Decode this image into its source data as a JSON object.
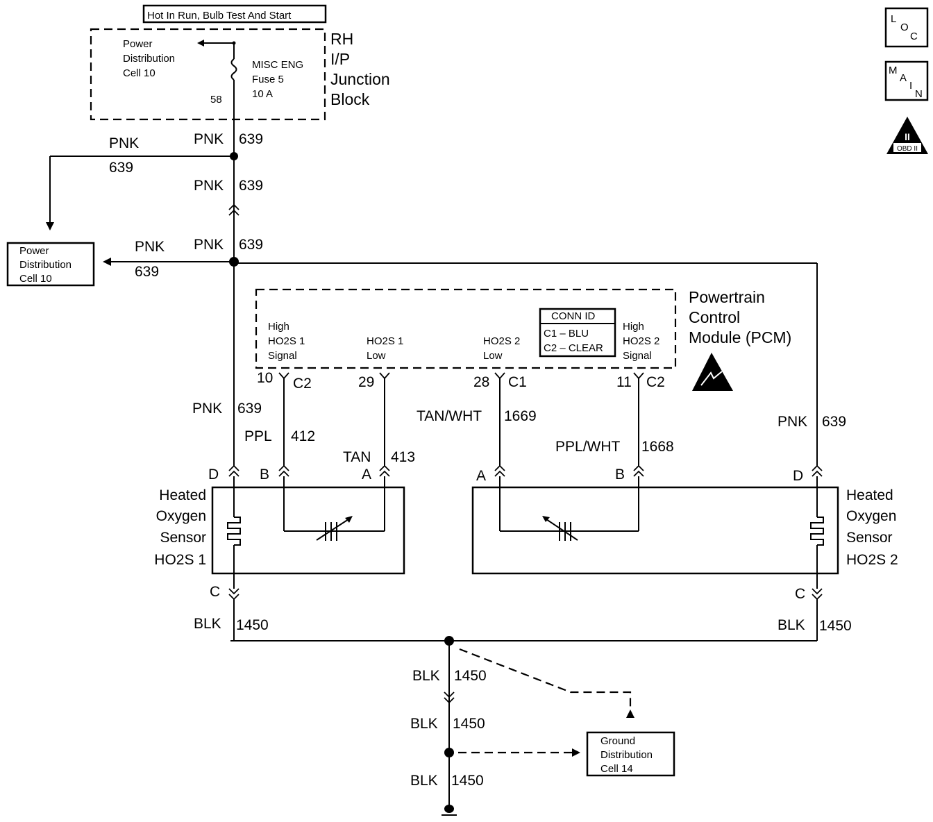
{
  "header": {
    "condition": "Hot In Run, Bulb Test And Start"
  },
  "junction_block": {
    "name_lines": [
      "RH",
      "I/P",
      "Junction",
      "Block"
    ],
    "power_dist_lines": [
      "Power",
      "Distribution",
      "Cell 10"
    ],
    "fuse_lines": [
      "MISC ENG",
      "Fuse 5",
      "10 A"
    ],
    "terminal": "58"
  },
  "power_dist_left": {
    "lines": [
      "Power",
      "Distribution",
      "Cell 10"
    ]
  },
  "wires": {
    "pnk": "PNK",
    "c639": "639",
    "ppl": "PPL",
    "c412": "412",
    "tan": "TAN",
    "c413": "413",
    "tanwht": "TAN/WHT",
    "c1669": "1669",
    "pplwht": "PPL/WHT",
    "c1668": "1668",
    "blk": "BLK",
    "c1450": "1450"
  },
  "pcm": {
    "name_lines": [
      "Powertrain",
      "Control",
      "Module (PCM)"
    ],
    "pins": [
      {
        "lines": [
          "High",
          "HO2S 1",
          "Signal"
        ],
        "num": "10",
        "conn": "C2"
      },
      {
        "lines": [
          "HO2S 1",
          "Low"
        ],
        "num": "29",
        "conn": ""
      },
      {
        "lines": [
          "HO2S 2",
          "Low"
        ],
        "num": "28",
        "conn": "C1"
      },
      {
        "lines": [
          "High",
          "HO2S 2",
          "Signal"
        ],
        "num": "11",
        "conn": "C2"
      }
    ],
    "conn_id": {
      "title": "CONN ID",
      "c1": "C1 – BLU",
      "c2": "C2 – CLEAR"
    }
  },
  "sensor1": {
    "name_lines": [
      "Heated",
      "Oxygen",
      "Sensor",
      "HO2S 1"
    ],
    "pins": {
      "d": "D",
      "b": "B",
      "a": "A",
      "c": "C"
    }
  },
  "sensor2": {
    "name_lines": [
      "Heated",
      "Oxygen",
      "Sensor",
      "HO2S 2"
    ],
    "pins": {
      "a": "A",
      "b": "B",
      "d": "D",
      "c": "C"
    }
  },
  "ground_dist": {
    "lines": [
      "Ground",
      "Distribution",
      "Cell 14"
    ]
  },
  "side_icons": {
    "loc": [
      "L",
      "O",
      "C"
    ],
    "main": [
      "M",
      "A",
      "I",
      "N"
    ],
    "obd": {
      "roman": "II",
      "text": "OBD II"
    }
  }
}
